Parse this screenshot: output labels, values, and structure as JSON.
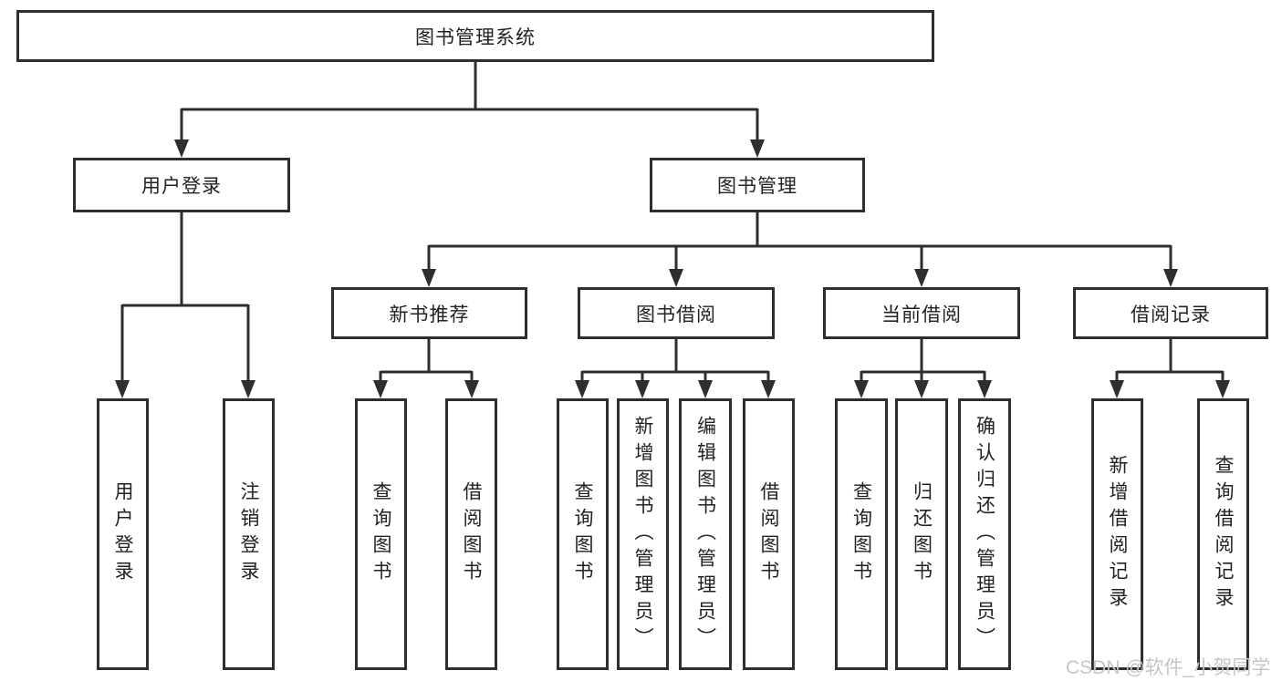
{
  "diagram": {
    "root": {
      "label": "图书管理系统"
    },
    "children": [
      {
        "label": "用户登录",
        "children": [
          {
            "label": "用户登录"
          },
          {
            "label": "注销登录"
          }
        ]
      },
      {
        "label": "图书管理",
        "children": [
          {
            "label": "新书推荐",
            "children": [
              {
                "label": "查询图书"
              },
              {
                "label": "借阅图书"
              }
            ]
          },
          {
            "label": "图书借阅",
            "children": [
              {
                "label": "查询图书"
              },
              {
                "label": "新增图书（管理员）"
              },
              {
                "label": "编辑图书（管理员）"
              },
              {
                "label": "借阅图书"
              }
            ]
          },
          {
            "label": "当前借阅",
            "children": [
              {
                "label": "查询图书"
              },
              {
                "label": "归还图书"
              },
              {
                "label": "确认归还（管理员）"
              }
            ]
          },
          {
            "label": "借阅记录",
            "children": [
              {
                "label": "新增借阅记录"
              },
              {
                "label": "查询借阅记录"
              }
            ]
          }
        ]
      }
    ]
  },
  "watermark": {
    "text": "CSDN @软件_小贺同学"
  },
  "colors": {
    "line": "#2e2e2e",
    "box_border": "#2e2e2e",
    "text": "#222222",
    "background": "#ffffff",
    "watermark": "#c6c6c6"
  }
}
